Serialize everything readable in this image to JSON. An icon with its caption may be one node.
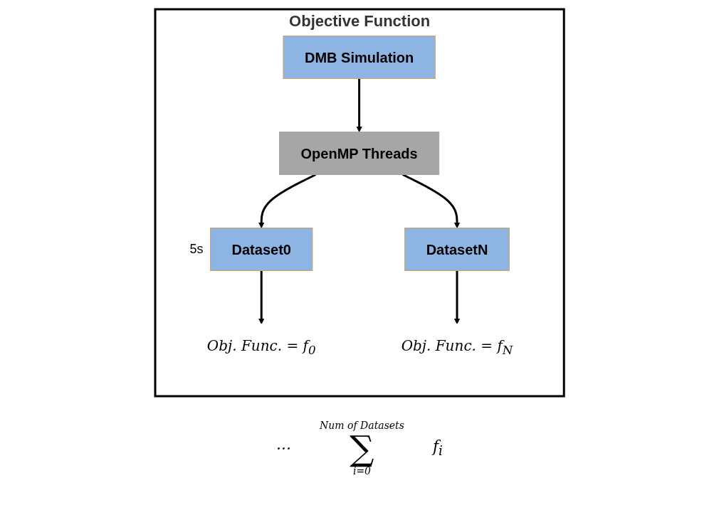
{
  "diagram": {
    "nodes": [
      {
        "text": [
          "Objective Function"
        ]
      },
      {
        "text": [
          "DMB Simulation"
        ],
        "in": 0
      },
      {
        "text": [
          "OpenMP Threads"
        ],
        "in": 0
      },
      {
        "text": [
          "Dataset0"
        ],
        "in": 0,
        "beside": [
          "5s"
        ]
      },
      {
        "text": [
          "DatasetN"
        ],
        "in": 0
      },
      {
        "text": [
          "Obj. Func. = f$_{0}$"
        ],
        "in": 0
      },
      {
        "text": [
          "Obj. Func. = f$_{N}$"
        ],
        "in": 0
      }
    ],
    "edges": [
      {
        "from": 1,
        "to": 2,
        "arrow": "to"
      },
      {
        "from": 2,
        "to": 3,
        "arrow": "to"
      },
      {
        "from": 2,
        "to": 4,
        "arrow": "to"
      },
      {
        "from": 3,
        "to": 5,
        "arrow": "to"
      },
      {
        "from": 4,
        "to": 6,
        "arrow": "to"
      }
    ],
    "labels": [
      "···",
      "Num of Datasets",
      "∑",
      "i=0",
      "f$_{i}$"
    ]
  }
}
